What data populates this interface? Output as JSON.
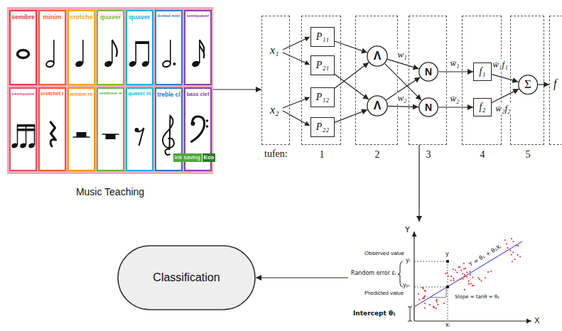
{
  "diagram": {
    "nodes": [
      {
        "text": [
          "Music Teaching"
        ]
      },
      {
        "text": [
          "semibre"
        ],
        "in": 0
      },
      {
        "text": [
          "minim"
        ],
        "in": 0
      },
      {
        "text": [
          "crotche"
        ],
        "in": 0
      },
      {
        "text": [
          "quaver"
        ],
        "in": 0
      },
      {
        "text": [
          "quaver"
        ],
        "in": 0
      },
      {
        "text": [
          "dotted mini"
        ],
        "in": 0
      },
      {
        "text": [
          "semiquaver"
        ],
        "in": 0
      },
      {
        "text": [
          "semiquave"
        ],
        "in": 0
      },
      {
        "text": [
          "crotchet r"
        ],
        "in": 0
      },
      {
        "text": [
          "minim re"
        ],
        "in": 0
      },
      {
        "text": [
          "semibreve re"
        ],
        "in": 0
      },
      {
        "text": [
          "quaver re"
        ],
        "in": 0
      },
      {
        "text": [
          "treble cl"
        ],
        "in": 0
      },
      {
        "text": [
          "bass clef"
        ],
        "in": 0
      },
      {
        "text": [
          "x₁",
          "x₂"
        ]
      },
      {
        "text": [
          "1"
        ]
      },
      {
        "text": [
          "P₁₁"
        ],
        "in": 16
      },
      {
        "text": [
          "P₂₁"
        ],
        "in": 16
      },
      {
        "text": [
          "P₁₂"
        ],
        "in": 16
      },
      {
        "text": [
          "P₂₂"
        ],
        "in": 16
      },
      {
        "text": [
          "2"
        ]
      },
      {
        "text": [
          "Λ"
        ],
        "in": 21
      },
      {
        "text": [
          "Λ"
        ],
        "in": 21
      },
      {
        "text": [
          "3"
        ]
      },
      {
        "text": [
          "N"
        ],
        "in": 24
      },
      {
        "text": [
          "N"
        ],
        "in": 24
      },
      {
        "text": [
          "4"
        ]
      },
      {
        "text": [
          "f₁"
        ],
        "in": 27
      },
      {
        "text": [
          "f₂"
        ],
        "in": 27
      },
      {
        "text": [
          "5"
        ]
      },
      {
        "text": [
          "Σ"
        ],
        "in": 30
      },
      {
        "text": [
          "f"
        ]
      },
      {
        "text": [
          "Y",
          "Observed value",
          "yᵢ",
          "y",
          "Random error εᵢ",
          "yₚᵢ",
          "Predicted value",
          "Y = θ₁ + θ₂Xᵢ",
          "Slope = tanθ = θ₂",
          "Intercept θ₁",
          "xᵢ",
          "X"
        ]
      },
      {
        "text": [
          "Classification"
        ]
      }
    ],
    "edges": [
      {
        "from": 0,
        "to": 15,
        "arrow": "to"
      },
      {
        "from": 17,
        "to": 22,
        "arrow": "to"
      },
      {
        "from": 19,
        "to": 22,
        "arrow": "to"
      },
      {
        "from": 18,
        "to": 23,
        "arrow": "to"
      },
      {
        "from": 20,
        "to": 23,
        "arrow": "to"
      },
      {
        "from": 22,
        "to": 25,
        "label": "w₁",
        "arrow": "to"
      },
      {
        "from": 22,
        "to": 26,
        "arrow": "to"
      },
      {
        "from": 23,
        "to": 25,
        "arrow": "to"
      },
      {
        "from": 23,
        "to": 26,
        "label": "w₂",
        "arrow": "to"
      },
      {
        "from": 25,
        "to": 28,
        "label": "w̄₁",
        "arrow": "to"
      },
      {
        "from": 26,
        "to": 29,
        "label": "w̄₂",
        "arrow": "to"
      },
      {
        "from": 28,
        "to": 31,
        "label": "w̄₁f₁",
        "arrow": "to"
      },
      {
        "from": 29,
        "to": 31,
        "label": "w̄₂f₂",
        "arrow": "to"
      },
      {
        "from": 31,
        "to": 32,
        "arrow": "to"
      },
      {
        "from": 24,
        "to": 33,
        "arrow": "to"
      },
      {
        "from": 33,
        "to": 34,
        "arrow": "to"
      }
    ],
    "labels": [
      "tufen:",
      "ink saving",
      "Eco"
    ]
  }
}
